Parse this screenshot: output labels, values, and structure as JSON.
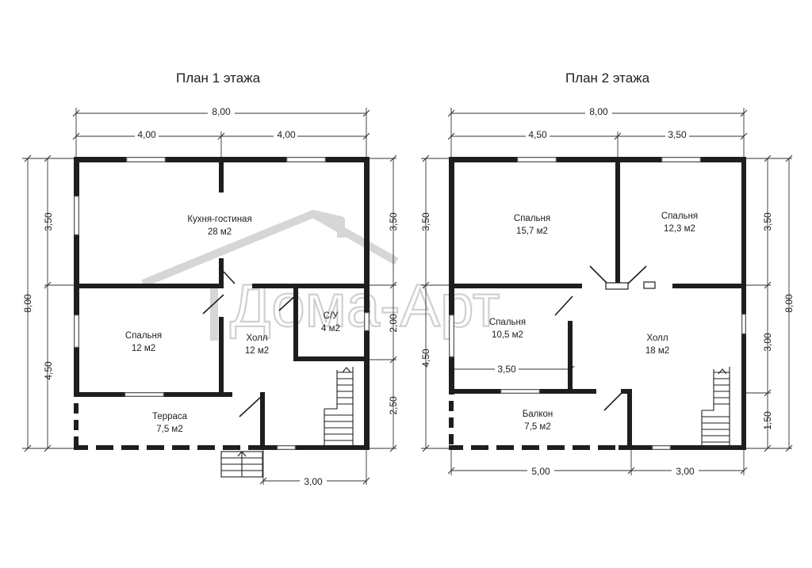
{
  "floors": [
    {
      "title": "План 1 этажа",
      "dims": {
        "top_total": "8,00",
        "top_left": "4,00",
        "top_right": "4,00",
        "left_total": "8,00",
        "left_top": "3,50",
        "left_bottom": "4,50",
        "right_top": "3,50",
        "right_mid": "2,00",
        "right_bottom": "2,50",
        "bottom": "3,00"
      },
      "rooms": [
        {
          "name": "Кухня-гостиная",
          "area": "28 м2"
        },
        {
          "name": "Спальня",
          "area": "12 м2"
        },
        {
          "name": "Холл",
          "area": "12 м2"
        },
        {
          "name": "С/У",
          "area": "4 м2"
        },
        {
          "name": "Терраса",
          "area": "7,5 м2"
        }
      ]
    },
    {
      "title": "План 2 этажа",
      "dims": {
        "top_total": "8,00",
        "top_left": "4,50",
        "top_right": "3,50",
        "left_top": "3,50",
        "left_bottom": "4,50",
        "inner": "3,50",
        "right_total": "8,00",
        "right_top": "3,50",
        "right_mid": "3,00",
        "right_bottom": "1,50",
        "bottom_left": "5,00",
        "bottom_right": "3,00"
      },
      "rooms": [
        {
          "name": "Спальня",
          "area": "15,7 м2"
        },
        {
          "name": "Спальня",
          "area": "12,3 м2"
        },
        {
          "name": "Спальня",
          "area": "10,5 м2"
        },
        {
          "name": "Холл",
          "area": "18 м2"
        },
        {
          "name": "Балкон",
          "area": "7,5 м2"
        }
      ]
    }
  ],
  "watermark": "Дома-Арт"
}
